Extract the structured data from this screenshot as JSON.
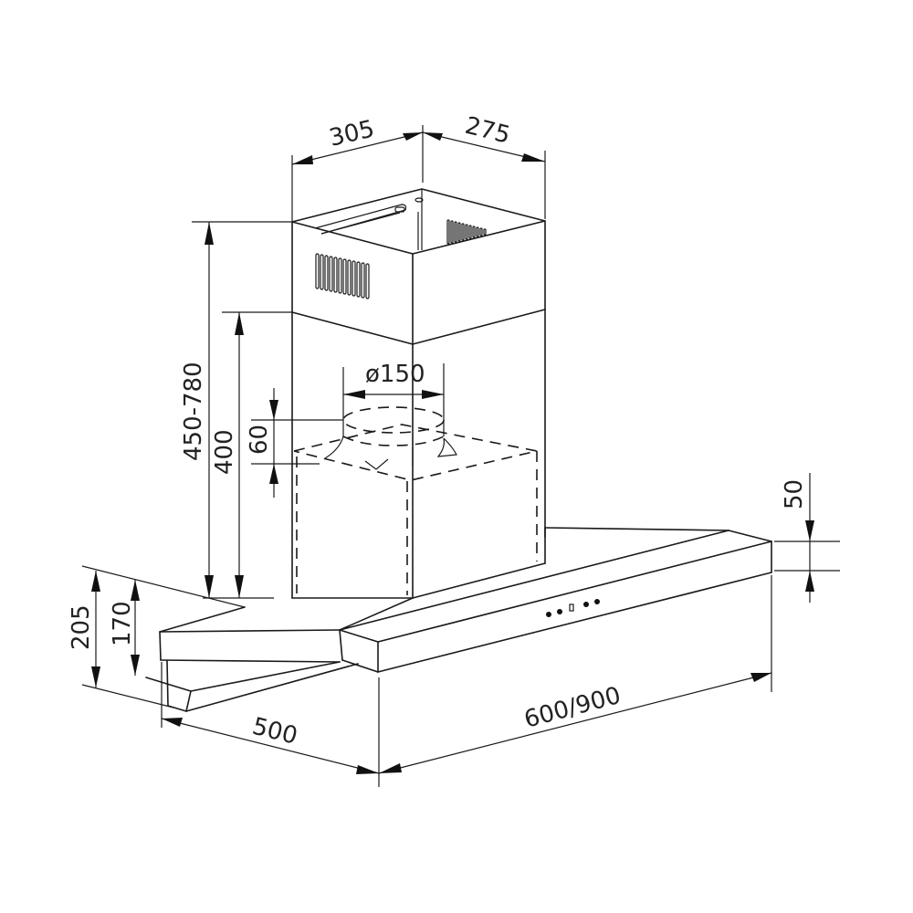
{
  "drawing": {
    "title": "Chimney cooker hood dimension drawing",
    "line_color": "#1a1a1a",
    "background": "#ffffff"
  },
  "dimensions": {
    "chimney_width": "305",
    "chimney_depth": "275",
    "chimney_height_range": "450-780",
    "lower_chimney_height": "400",
    "outlet_collar_height": "60",
    "outlet_diameter": "ø150",
    "canopy_thickness": "50",
    "overall_front_height": "205",
    "glass_height": "170",
    "depth": "500",
    "width": "600/900"
  },
  "control_panel": {
    "buttons": [
      "button-1",
      "button-2",
      "display",
      "button-3",
      "button-4"
    ]
  }
}
